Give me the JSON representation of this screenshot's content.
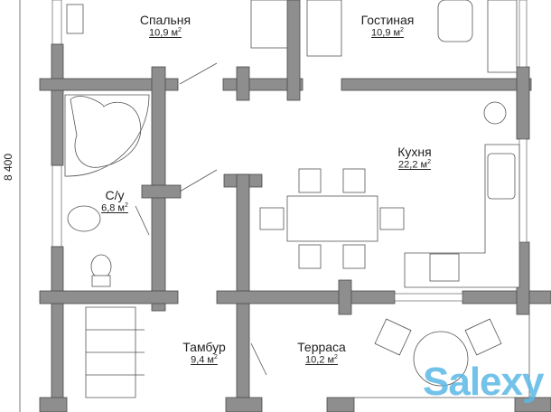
{
  "dimension": {
    "label": "8 400"
  },
  "rooms": [
    {
      "name": "Спальня",
      "area": "10,9 м",
      "unit_sup": "2"
    },
    {
      "name": "Гостиная",
      "area": "10,9 м",
      "unit_sup": "2"
    },
    {
      "name": "Кухня",
      "area": "22,2 м",
      "unit_sup": "2"
    },
    {
      "name": "С/у",
      "area": "6,8 м",
      "unit_sup": "2"
    },
    {
      "name": "Тамбур",
      "area": "9,4 м",
      "unit_sup": "2"
    },
    {
      "name": "Терраса",
      "area": "10,2 м",
      "unit_sup": "2"
    }
  ],
  "watermark": "Salexy",
  "colors": {
    "wall": "#8e8e8e",
    "watermark": "#5bb8e6"
  }
}
